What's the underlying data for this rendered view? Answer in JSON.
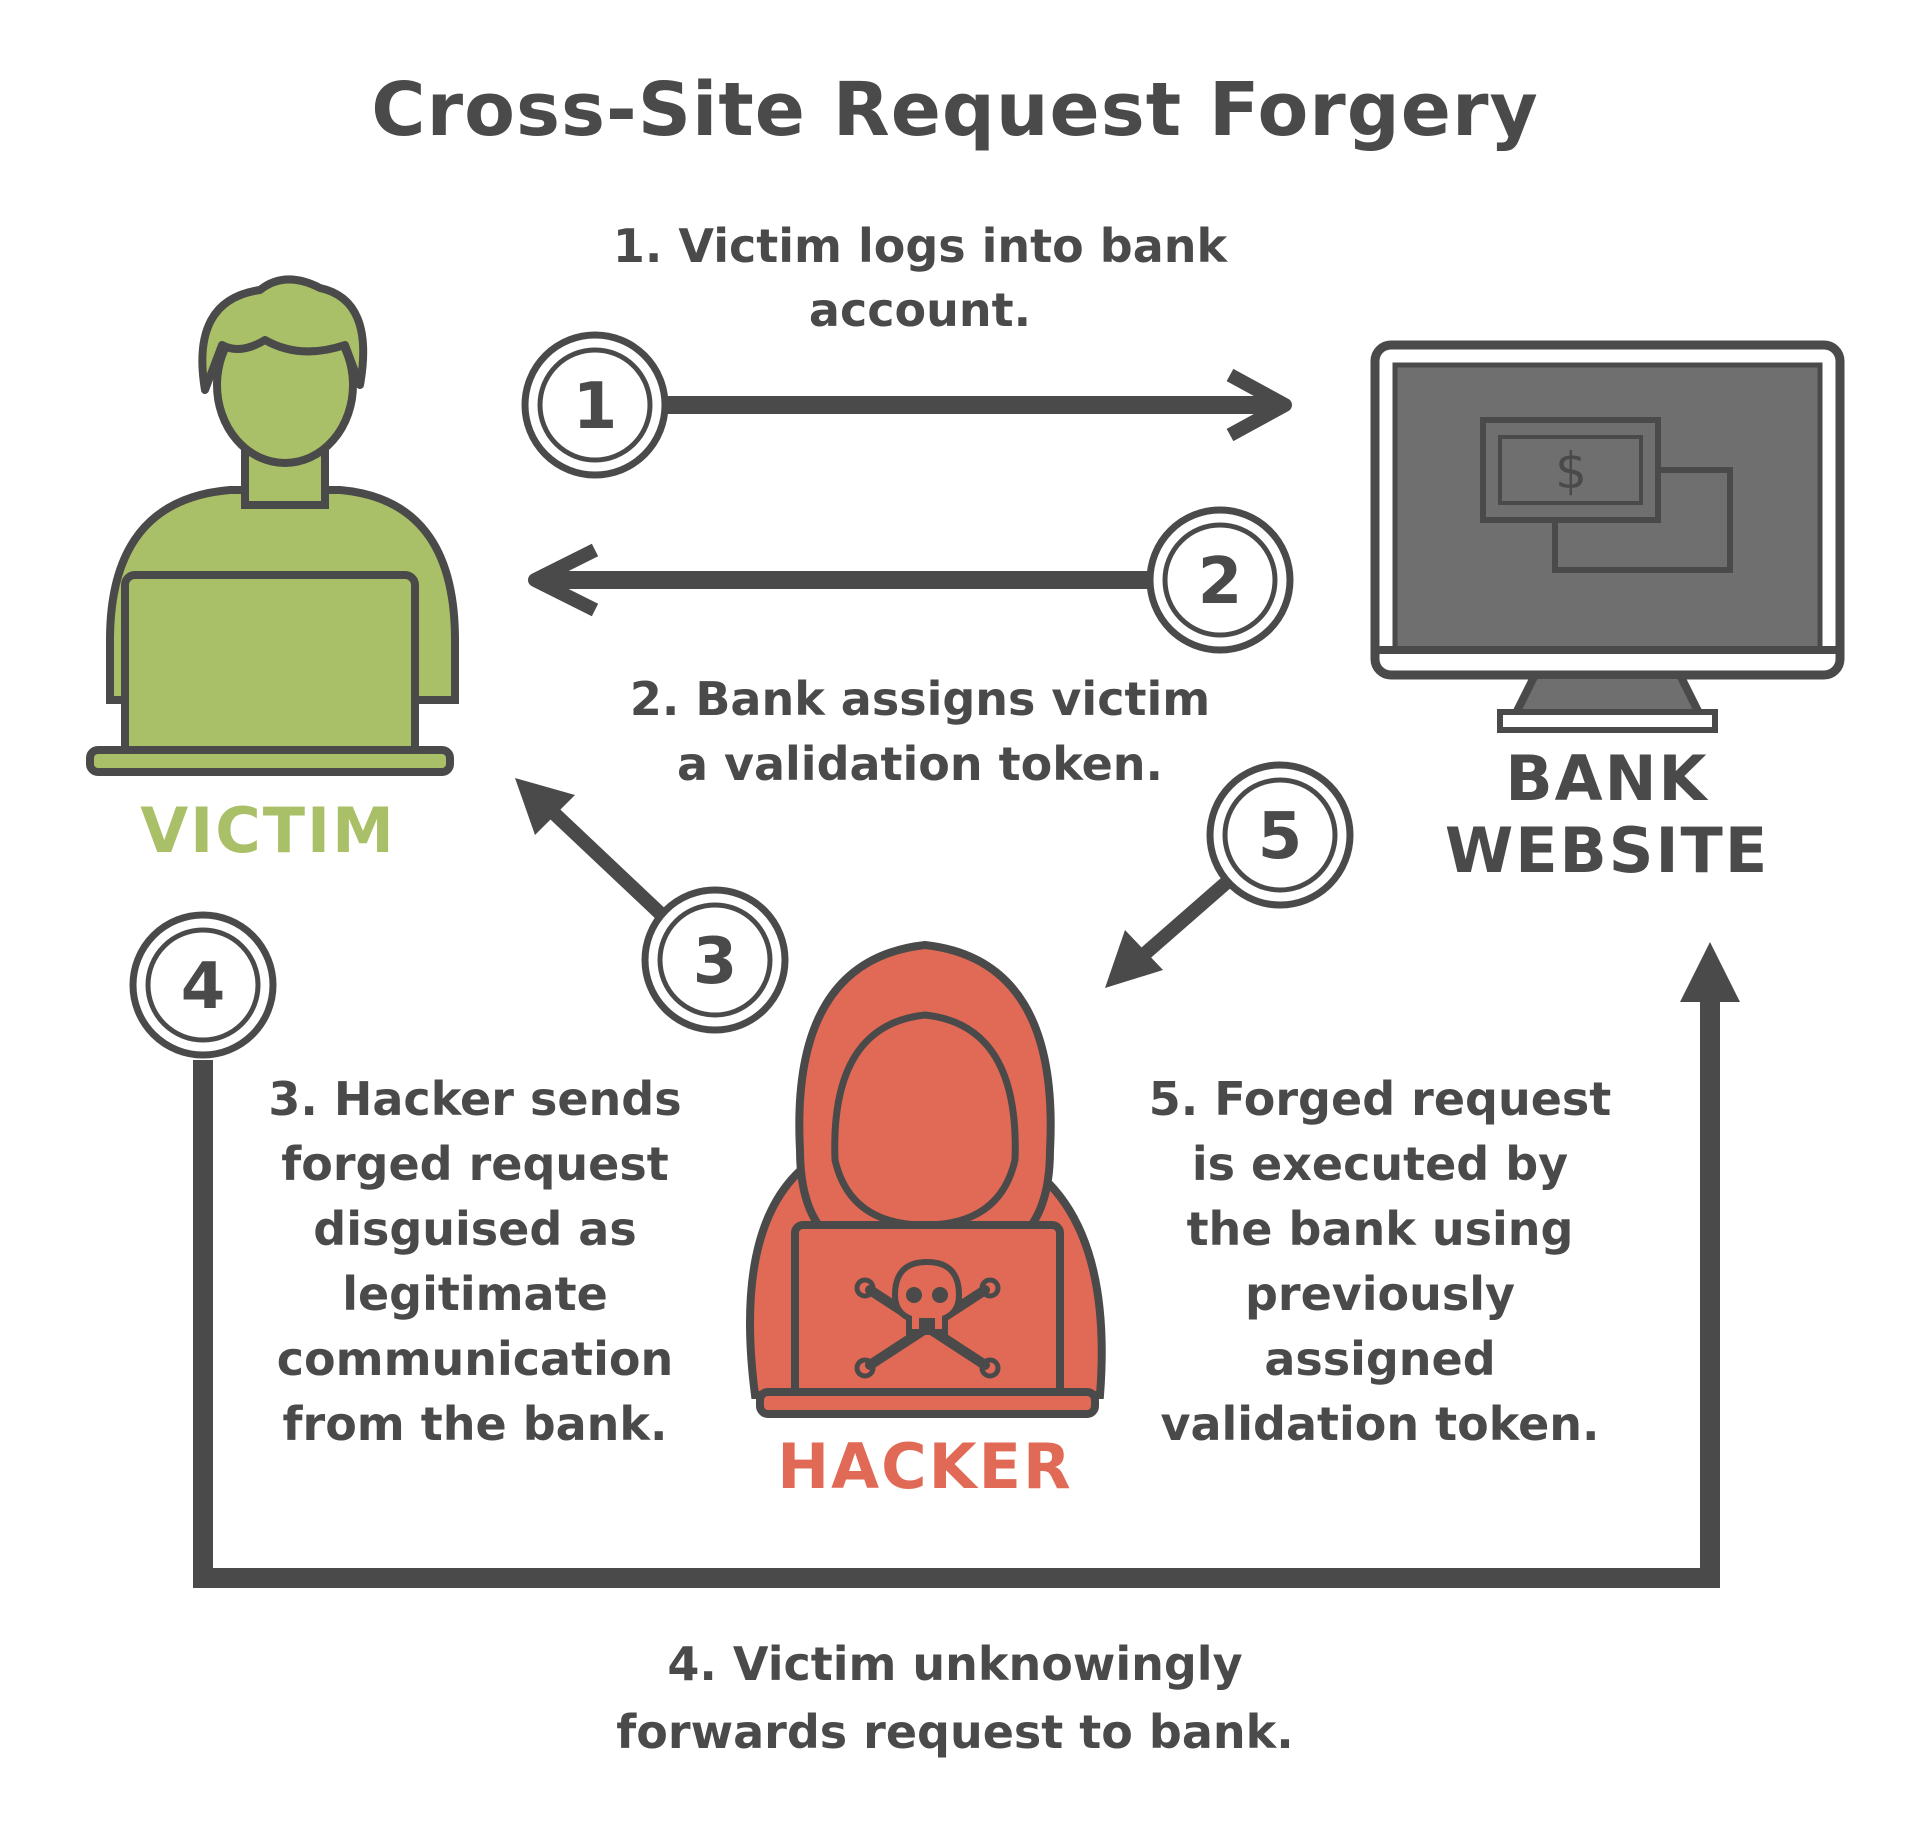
{
  "title": "Cross-Site Request Forgery",
  "actors": {
    "victim": "VICTIM",
    "bank": [
      "BANK",
      "WEBSITE"
    ],
    "hacker": "HACKER"
  },
  "steps": [
    {
      "num": "1",
      "lines": [
        "1. Victim logs into bank",
        "account."
      ]
    },
    {
      "num": "2",
      "lines": [
        "2. Bank assigns victim",
        "a validation token."
      ]
    },
    {
      "num": "3",
      "lines": [
        "3. Hacker sends",
        "forged request",
        "disguised as",
        "legitimate",
        "communication",
        "from the bank."
      ]
    },
    {
      "num": "4",
      "lines": [
        "4. Victim unknowingly",
        "forwards request to bank."
      ]
    },
    {
      "num": "5",
      "lines": [
        "5. Forged request",
        "is executed by",
        "the bank using",
        "previously",
        "assigned",
        "validation token."
      ]
    }
  ],
  "icons": {
    "bank_screen_symbol": "$",
    "hacker_laptop_symbol": "skull-crossbones"
  },
  "colors": {
    "text": "#4a4a4a",
    "line": "#4a4a4a",
    "victim": "#a9c068",
    "hacker": "#e06a55",
    "screen": "#6f6f6f",
    "circle_fill": "#ffffff"
  }
}
